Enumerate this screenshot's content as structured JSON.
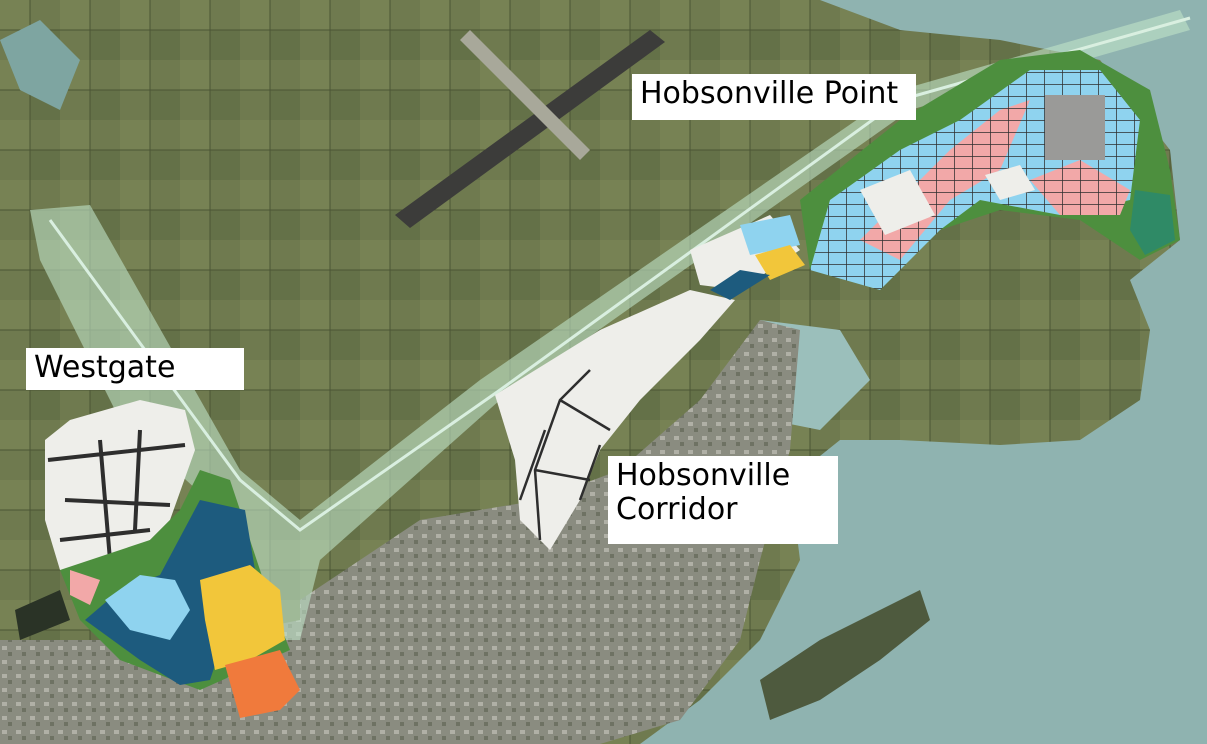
{
  "map": {
    "labels": {
      "hobsonville_point": "Hobsonville Point",
      "westgate": "Westgate",
      "hobsonville_corridor": "Hobsonville\nCorridor"
    },
    "colors": {
      "farmland": "#6f7a4f",
      "water": "#8fb3b0",
      "suburb": "#8a8c80",
      "corridor": "#bfe3c8",
      "plan_white": "#eeeeea",
      "plan_blue_light": "#8fd3ef",
      "plan_blue_dark": "#1d5b7e",
      "plan_yellow": "#f2c63a",
      "plan_pink": "#f2a8a8",
      "plan_orange": "#f07a3c",
      "plan_green": "#4d8f3e",
      "roads": "#2e2e2e"
    }
  }
}
